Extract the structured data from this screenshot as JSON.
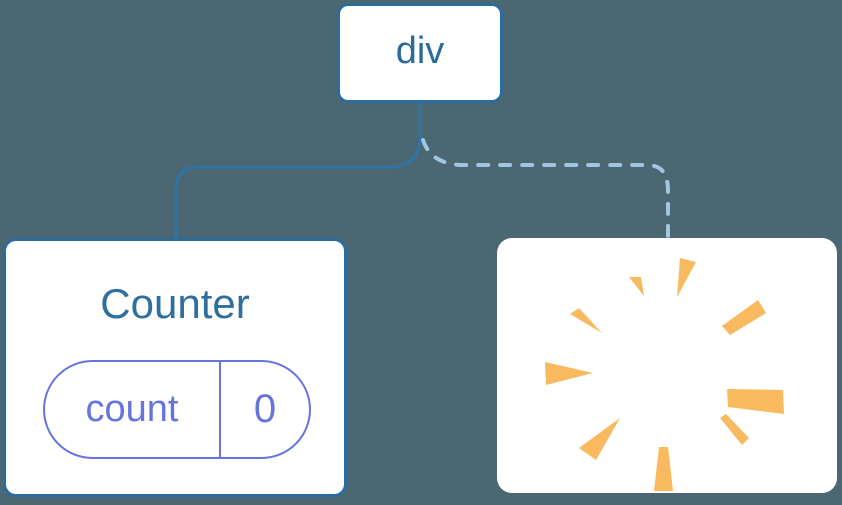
{
  "colors": {
    "background": "#4b6771",
    "node_border": "#2b6ca0",
    "node_text": "#2b6a9d",
    "solid_line": "#2f74a4",
    "dashed_line": "#a3c6e0",
    "card_bg": "#ffffff",
    "title_text": "#2e6f9f",
    "state_accent": "#6674e0",
    "poof_orange": "#f9b95e"
  },
  "tree": {
    "root_label": "div",
    "counter": {
      "title": "Counter",
      "state_key": "count",
      "state_value": "0"
    },
    "removed": {
      "icon": "poof-icon"
    },
    "edges": [
      {
        "name": "solid-edge",
        "style": "solid"
      },
      {
        "name": "dashed-edge",
        "style": "dashed"
      }
    ]
  }
}
